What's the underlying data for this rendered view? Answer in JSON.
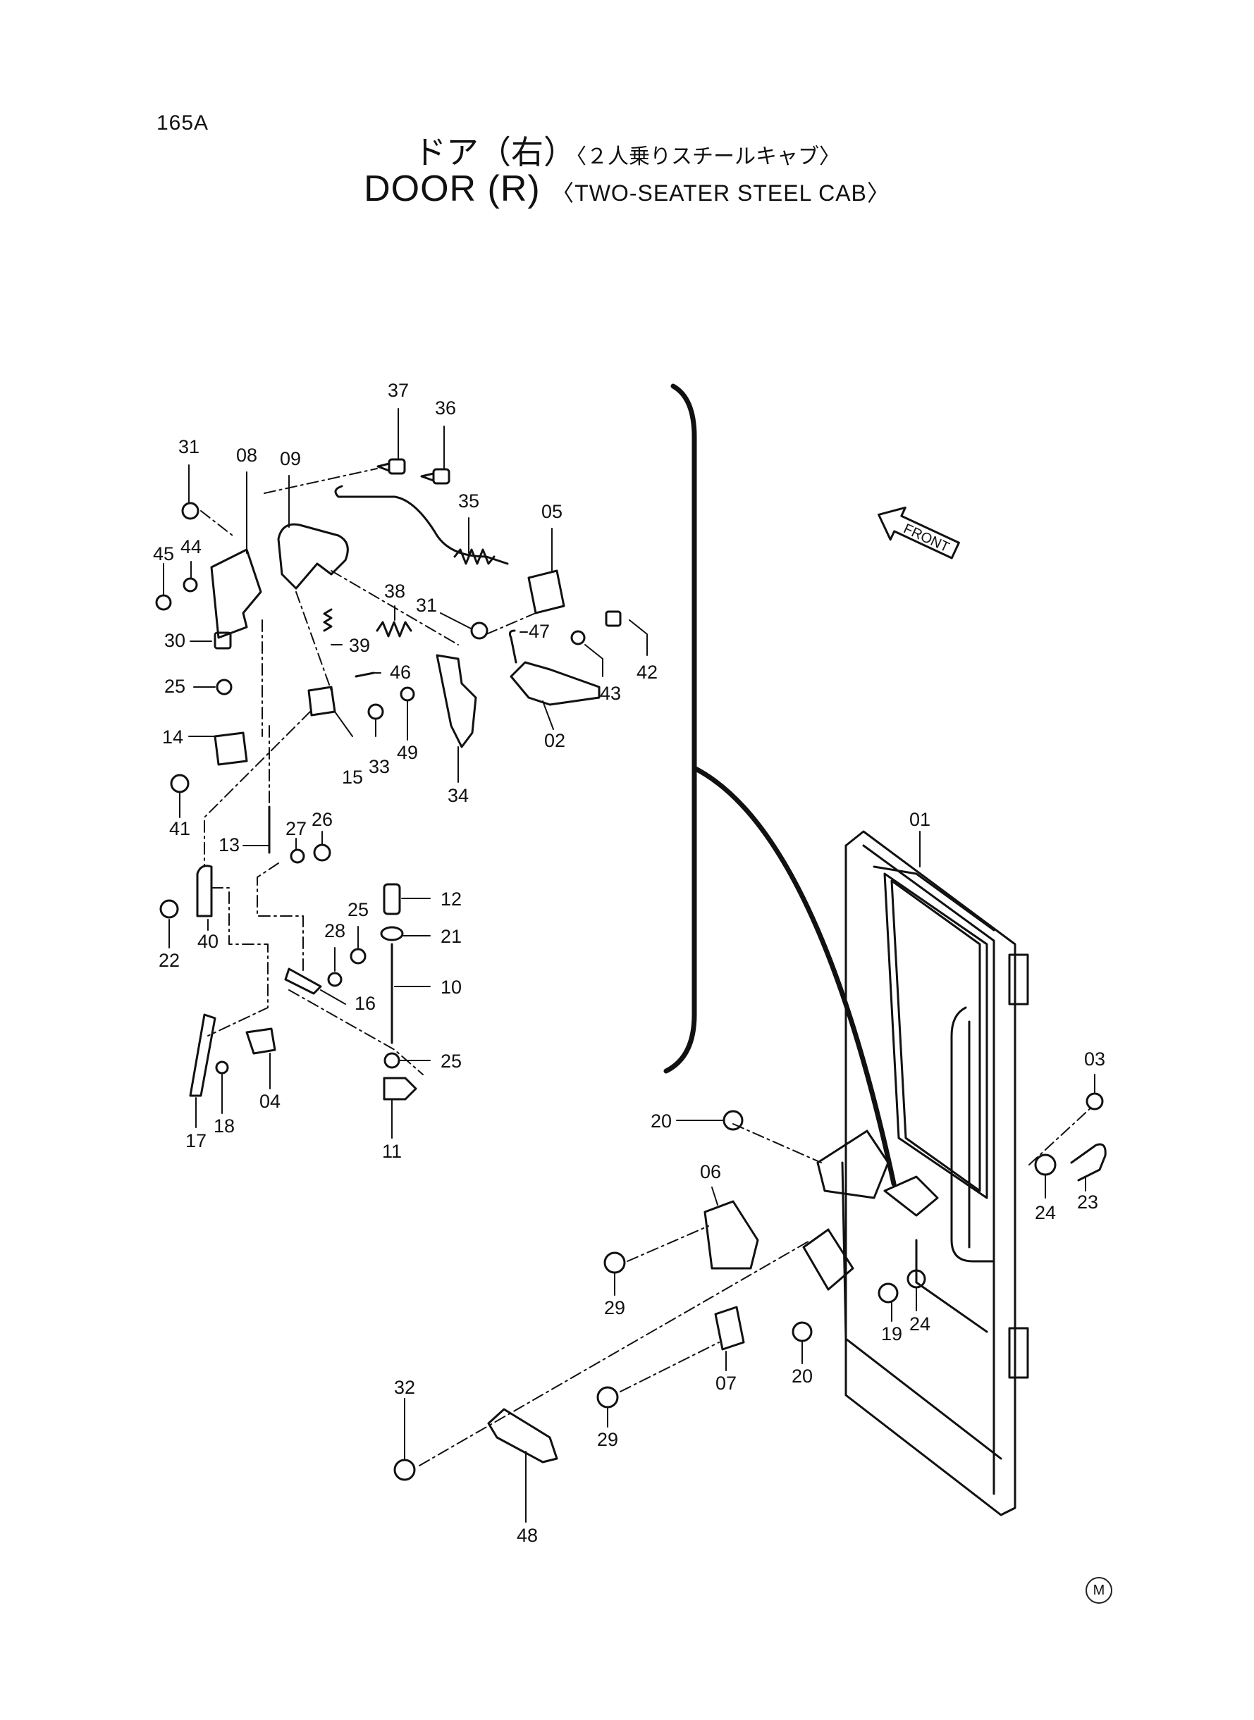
{
  "page": {
    "number": "165A"
  },
  "title": {
    "jp_main": "ドア（右）",
    "jp_sub": "〈２人乗りスチールキャブ〉",
    "en_main": "DOOR (R)",
    "en_sub": "〈TWO-SEATER STEEL CAB〉"
  },
  "front_arrow_label": "FRONT",
  "footer_mark": "M",
  "callouts": [
    "37",
    "36",
    "31",
    "08",
    "09",
    "35",
    "05",
    "45",
    "44",
    "38",
    "31",
    "47",
    "42",
    "30",
    "39",
    "25",
    "46",
    "43",
    "14",
    "15",
    "33",
    "49",
    "02",
    "41",
    "34",
    "26",
    "27",
    "13",
    "01",
    "12",
    "25",
    "21",
    "40",
    "28",
    "22",
    "16",
    "10",
    "25",
    "04",
    "03",
    "17",
    "18",
    "11",
    "20",
    "06",
    "24",
    "23",
    "29",
    "19",
    "24",
    "07",
    "20",
    "29",
    "32",
    "48"
  ]
}
